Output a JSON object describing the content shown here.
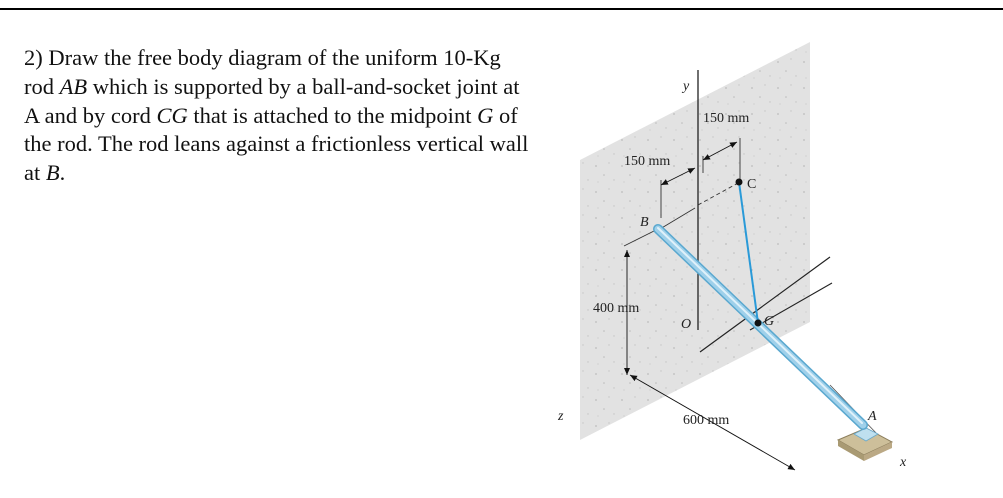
{
  "problem": {
    "number": "2)",
    "p1": " Draw the free body diagram of the uniform 10-Kg rod ",
    "rod": "AB",
    "p2": " which is supported by a ball-and-socket joint at A and by cord ",
    "cord": "CG",
    "p3": " that is attached to the midpoint ",
    "mid": "G",
    "p4": " of the rod. The rod leans against a frictionless vertical wall at ",
    "wall_point": "B",
    "p5": "."
  },
  "diagram": {
    "dims": {
      "dim_150_top": "150 mm",
      "dim_150_left": "150 mm",
      "dim_400": "400 mm",
      "dim_600": "600 mm"
    },
    "points": {
      "A": "A",
      "B": "B",
      "C": "C",
      "G": "G",
      "O": "O"
    },
    "axes": {
      "x": "x",
      "y": "y",
      "z": "z"
    },
    "colors": {
      "wall": "#e3e3e3",
      "rod": "#9fd0ea",
      "rod_edge": "#5aa8cf",
      "cord": "#2a9ad8",
      "base": "#cdbf9a"
    }
  }
}
